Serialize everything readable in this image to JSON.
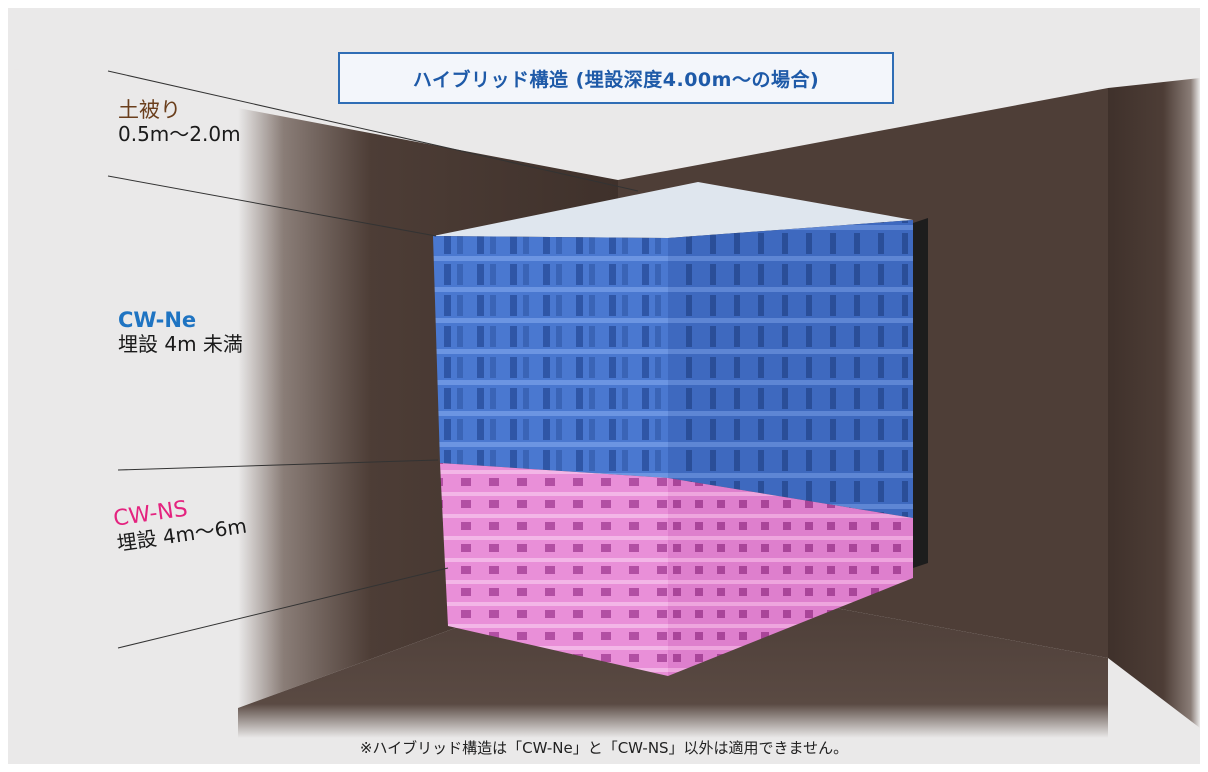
{
  "title": "ハイブリッド構造 (埋設深度4.00m〜の場合)",
  "labels": {
    "cover": {
      "name": "土被り",
      "range": "0.5m〜2.0m"
    },
    "ne": {
      "name": "CW-Ne",
      "desc": "埋設 4m 未満"
    },
    "ns": {
      "name": "CW-NS",
      "desc": "埋設 4m〜6m"
    }
  },
  "footnote": "※ハイブリッド構造は「CW-Ne」と「CW-NS」以外は適用できません。",
  "colors": {
    "ne_block": "#4a78d0",
    "ns_block": "#e98fd8",
    "soil": "#4b3a33",
    "title_border": "#2f6db5"
  }
}
